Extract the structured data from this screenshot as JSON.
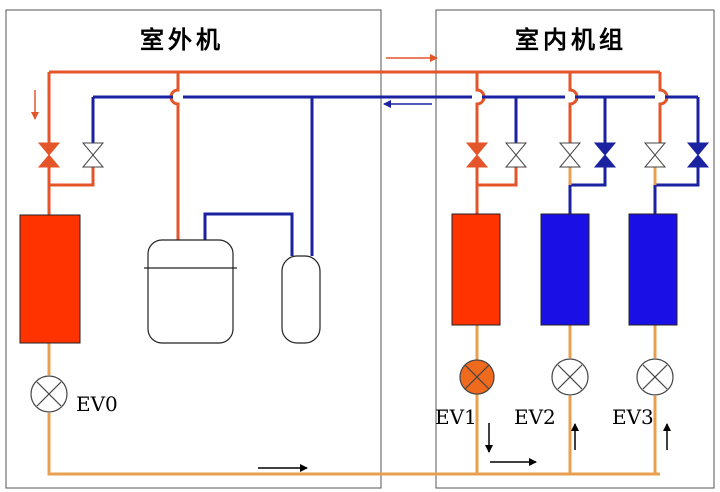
{
  "outdoor": {
    "title": "室外机"
  },
  "indoor": {
    "title": "室内机组"
  },
  "valves": {
    "ev0": "EV0",
    "ev1": "EV1",
    "ev2": "EV2",
    "ev3": "EV3"
  },
  "colors": {
    "hot_line": "#E4552A",
    "cold_line": "#1A22A0",
    "liquid_line": "#E8A050",
    "red_unit": "#FF3300",
    "blue_unit": "#1A10E6",
    "ev1_fill": "#F06A1E"
  }
}
